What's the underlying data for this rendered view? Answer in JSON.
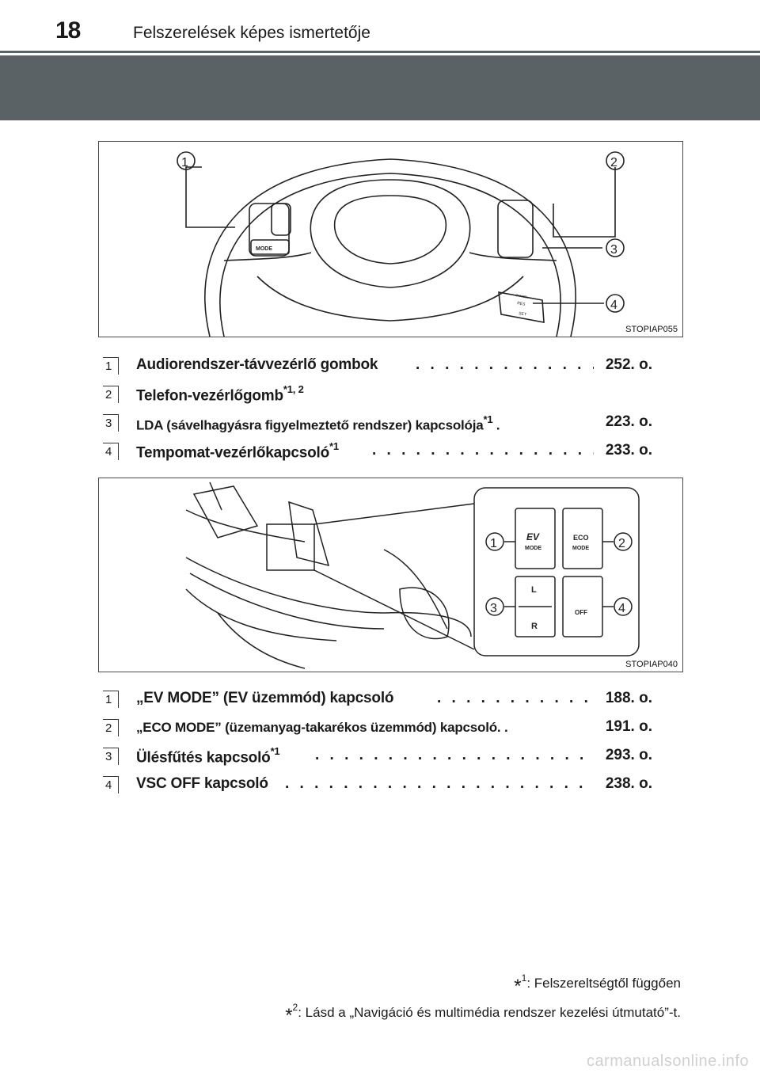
{
  "header": {
    "page_number": "18",
    "section_title": "Felszerelések képes ismertetője"
  },
  "figure1": {
    "image_code": "STOPIAP055",
    "callouts": [
      "1",
      "2",
      "3",
      "4"
    ],
    "button_labels": {
      "mode": "MODE",
      "res": "RES",
      "set": "SET",
      "cancel": "CANCEL"
    }
  },
  "legend1": [
    {
      "num": "1",
      "text": "Audiorendszer-távvezérlő gombok",
      "sup": "",
      "page": "252. o."
    },
    {
      "num": "2",
      "text": "Telefon-vezérlőgomb",
      "sup": "*1, 2",
      "page": ""
    },
    {
      "num": "3",
      "text": "LDA (sávelhagyásra figyelmeztető rendszer) kapcsolója",
      "sup": "*1",
      "page": "223. o."
    },
    {
      "num": "4",
      "text": "Tempomat-vezérlőkapcsoló",
      "sup": "*1",
      "page": "233. o."
    }
  ],
  "figure2": {
    "image_code": "STOPIAP040",
    "callouts": [
      "1",
      "2",
      "3",
      "4"
    ],
    "switches": {
      "ev_top": "EV",
      "ev_bottom": "MODE",
      "eco_top": "ECO",
      "eco_bottom": "MODE",
      "seat_left": "L",
      "seat_right": "R",
      "vsc_off": "OFF"
    }
  },
  "legend2": [
    {
      "num": "1",
      "text": "„EV MODE” (EV üzemmód) kapcsoló",
      "sup": "",
      "page": "188. o."
    },
    {
      "num": "2",
      "text": "„ECO MODE” (üzemanyag-takarékos üzemmód) kapcsoló. .",
      "sup": "",
      "page": "191. o."
    },
    {
      "num": "3",
      "text": "Ülésfűtés kapcsoló",
      "sup": "*1",
      "page": "293. o."
    },
    {
      "num": "4",
      "text": "VSC OFF kapcsoló",
      "sup": "",
      "page": "238. o."
    }
  ],
  "footnotes": {
    "note1_mark": "*",
    "note1_sup": "1",
    "note1_text": ": Felszereltségtől függően",
    "note2_mark": "*",
    "note2_sup": "2",
    "note2_text": ": Lásd a „Navigáció és multimédia rendszer kezelési útmutató”-t."
  },
  "watermark": "carmanualsonline.info"
}
